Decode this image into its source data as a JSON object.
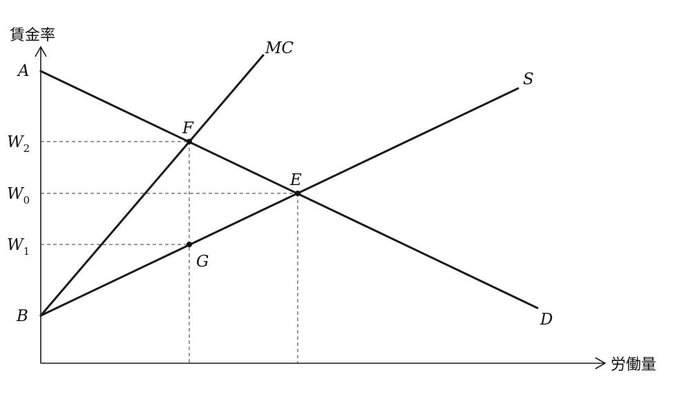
{
  "axes": {
    "y_title": "賃金率",
    "x_title": "労働量"
  },
  "labels": {
    "A": "A",
    "B": "B",
    "MC": "MC",
    "S": "S",
    "D": "D",
    "F": "F",
    "E": "E",
    "G": "G",
    "W": "W",
    "w2_sub": "2",
    "w0_sub": "0",
    "w1_sub": "1"
  },
  "colors": {
    "line": "#1a1a1a",
    "background": "#ffffff"
  }
}
